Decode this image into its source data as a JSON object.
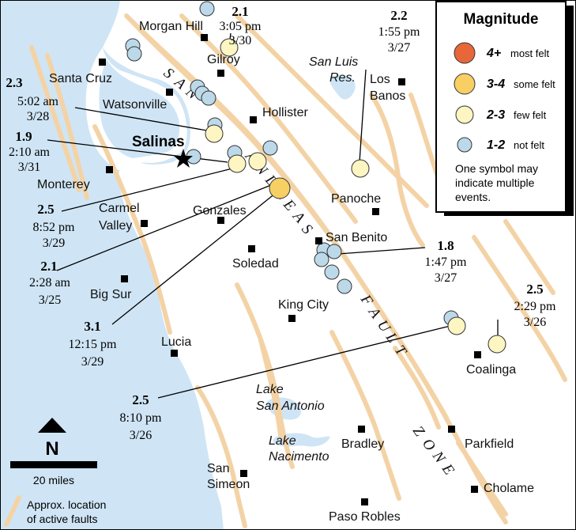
{
  "cities": [
    {
      "id": "morgan-hill",
      "label": "Morgan Hill"
    },
    {
      "id": "gilroy",
      "label": "Gilroy"
    },
    {
      "id": "santa-cruz",
      "label": "Santa Cruz"
    },
    {
      "id": "watsonville",
      "label": "Watsonville"
    },
    {
      "id": "hollister",
      "label": "Hollister"
    },
    {
      "id": "los-banos-1",
      "label": "Los"
    },
    {
      "id": "los-banos-2",
      "label": "Banos"
    },
    {
      "id": "monterey",
      "label": "Monterey"
    },
    {
      "id": "carmel-1",
      "label": "Carmel"
    },
    {
      "id": "carmel-2",
      "label": "Valley"
    },
    {
      "id": "gonzales",
      "label": "Gonzales"
    },
    {
      "id": "panoche",
      "label": "Panoche"
    },
    {
      "id": "san-benito",
      "label": "San Benito"
    },
    {
      "id": "soledad",
      "label": "Soledad"
    },
    {
      "id": "big-sur",
      "label": "Big Sur"
    },
    {
      "id": "king-city",
      "label": "King City"
    },
    {
      "id": "lucia",
      "label": "Lucia"
    },
    {
      "id": "coalinga",
      "label": "Coalinga"
    },
    {
      "id": "bradley",
      "label": "Bradley"
    },
    {
      "id": "parkfield",
      "label": "Parkfield"
    },
    {
      "id": "san-simeon-1",
      "label": "San"
    },
    {
      "id": "san-simeon-2",
      "label": "Simeon"
    },
    {
      "id": "cholame",
      "label": "Cholame"
    },
    {
      "id": "paso-robles",
      "label": "Paso Robles"
    }
  ],
  "salinas": "Salinas",
  "lakes": {
    "san_luis_1": "San Luis",
    "san_luis_2": "Res.",
    "san_antonio_1": "Lake",
    "san_antonio_2": "San Antonio",
    "nacimento_1": "Lake",
    "nacimento_2": "Nacimento"
  },
  "fault_zone_letters": [
    "S",
    "A",
    "N",
    "A",
    "N",
    "D",
    "R",
    "E",
    "A",
    "S",
    "F",
    "A",
    "U",
    "L",
    "T",
    "Z",
    "O",
    "N",
    "E"
  ],
  "quakes": [
    {
      "mag": "2.1",
      "time": "3:05 pm",
      "date": "3/30"
    },
    {
      "mag": "2.2",
      "time": "1:55 pm",
      "date": "3/27"
    },
    {
      "mag": "2.3",
      "time": "5:02 am",
      "date": "3/28"
    },
    {
      "mag": "1.9",
      "time": "2:10 am",
      "date": "3/31"
    },
    {
      "mag": "2.5",
      "time": "8:52 pm",
      "date": "3/29"
    },
    {
      "mag": "2.1",
      "time": "2:28 am",
      "date": "3/25"
    },
    {
      "mag": "3.1",
      "time": "12:15 pm",
      "date": "3/29"
    },
    {
      "mag": "1.8",
      "time": "1:47 pm",
      "date": "3/27"
    },
    {
      "mag": "2.5",
      "time": "2:29 pm",
      "date": "3/26"
    },
    {
      "mag": "2.5",
      "time": "8:10 pm",
      "date": "3/26"
    }
  ],
  "legend": {
    "title": "Magnitude",
    "rows": [
      {
        "range": "4+",
        "desc": "most felt",
        "color": "#e8673a"
      },
      {
        "range": "3-4",
        "desc": "some felt",
        "color": "#f7cf63"
      },
      {
        "range": "2-3",
        "desc": "few felt",
        "color": "#fdf5c2"
      },
      {
        "range": "1-2",
        "desc": "not felt",
        "color": "#bcd9ea"
      }
    ],
    "note_1": "One symbol may",
    "note_2": "indicate multiple",
    "note_3": "events."
  },
  "north_label": "N",
  "scale_label": "20 miles",
  "fault_key_1": "Approx. location",
  "fault_key_2": "of active faults",
  "colors": {
    "water": "#cfe5f5",
    "fault": "#f3d3a6",
    "mag_1_2": "#bcd9ea",
    "mag_2_3": "#fdf5c2",
    "mag_3_4": "#f7cf63",
    "mag_4_plus": "#e8673a"
  }
}
